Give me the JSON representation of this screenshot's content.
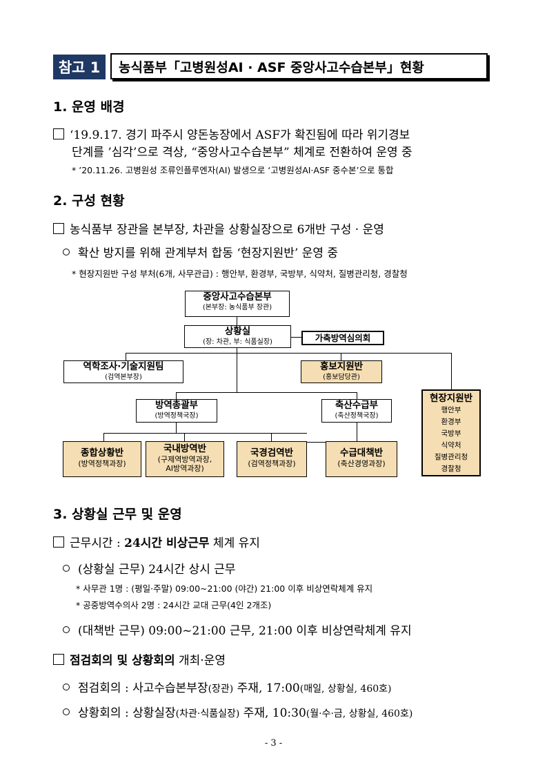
{
  "title": {
    "badge": "참고 1",
    "text": "농식품부「고병원성AI · ASF 중앙사고수습본부」현황"
  },
  "sec1": {
    "heading": "1. 운영 배경",
    "p1_line1": "‘19.9.17. 경기 파주시 양돈농장에서 ASF가 확진됨에 따라 위기경보",
    "p1_line2": "단계를 ’심각’으로 격상, “중앙사고수습본부” 체계로 전환하여 운영 중",
    "note1": "* ’20.11.26. 고병원성 조류인플루엔자(AI) 발생으로 ‘고병원성AI·ASF 중수본’으로 통합"
  },
  "sec2": {
    "heading": "2. 구성 현황",
    "p1": "농식품부 장관을 본부장, 차관을 상황실장으로 6개반 구성 · 운영",
    "c1": "확산 방지를 위해 관계부처 합동 ‘현장지원반’ 운영 중",
    "note1": "* 현장지원반 구성 부처(6개, 사무관급) : 행안부, 환경부, 국방부, 식약처, 질병관리청, 경찰청"
  },
  "org": {
    "hq": {
      "main": "중앙사고수습본부",
      "sub": "(본부장: 농식품부 장관)"
    },
    "situation": {
      "main": "상황실",
      "sub": "(장: 차관, 부: 식품실장)"
    },
    "council": {
      "main": "가축방역심의회"
    },
    "epi": {
      "main": "역학조사·기술지원팀",
      "sub": "(검역본부장)"
    },
    "pr": {
      "main": "홍보지원반",
      "sub": "(홍보담당관)"
    },
    "quarantine": {
      "main": "방역총괄부",
      "sub": "(방역정책국장)"
    },
    "livestock": {
      "main": "축산수급부",
      "sub": "(축산정책국장)"
    },
    "field": {
      "main": "현장지원반",
      "items": [
        "행안부",
        "환경부",
        "국방부",
        "식약처",
        "질병관리청",
        "경찰청"
      ]
    },
    "general": {
      "main": "종합상황반",
      "sub": "(방역정책과장)"
    },
    "domestic": {
      "main": "국내방역반",
      "sub1": "(구제역방역과장,",
      "sub2": "AI방역과장)"
    },
    "border": {
      "main": "국경검역반",
      "sub": "(검역정책과장)"
    },
    "supply": {
      "main": "수급대책반",
      "sub": "(축산경영과장)"
    }
  },
  "sec3": {
    "heading": "3. 상황실 근무 및 운영",
    "p1_pre": "근무시간 : ",
    "p1_bold": "24시간 비상근무",
    "p1_post": " 체계 유지",
    "c1": "(상황실 근무) 24시간 상시 근무",
    "note1": "* 사무관 1명 : (평일·주말) 09:00~21:00 (야간) 21:00 이후 비상연락체계 유지",
    "note2": "* 공중방역수의사 2명 : 24시간 교대 근무(4인 2개조)",
    "c2": "(대책반 근무) 09:00~21:00 근무, 21:00 이후 비상연락체계 유지",
    "p2_bold": "점검회의 및 상황회의",
    "p2_post": " 개최·운영",
    "c3_a": "점검회의 : 사고수습본부장",
    "c3_b": "(장관)",
    "c3_c": " 주재, 17:00",
    "c3_d": "(매일, 상황실, 460호)",
    "c4_a": "상황회의 : 상황실장",
    "c4_b": "(차관·식품실장)",
    "c4_c": " 주재, 10:30",
    "c4_d": "(월·수·금, 상황실, 460호)"
  },
  "page_number": "- 3 -"
}
